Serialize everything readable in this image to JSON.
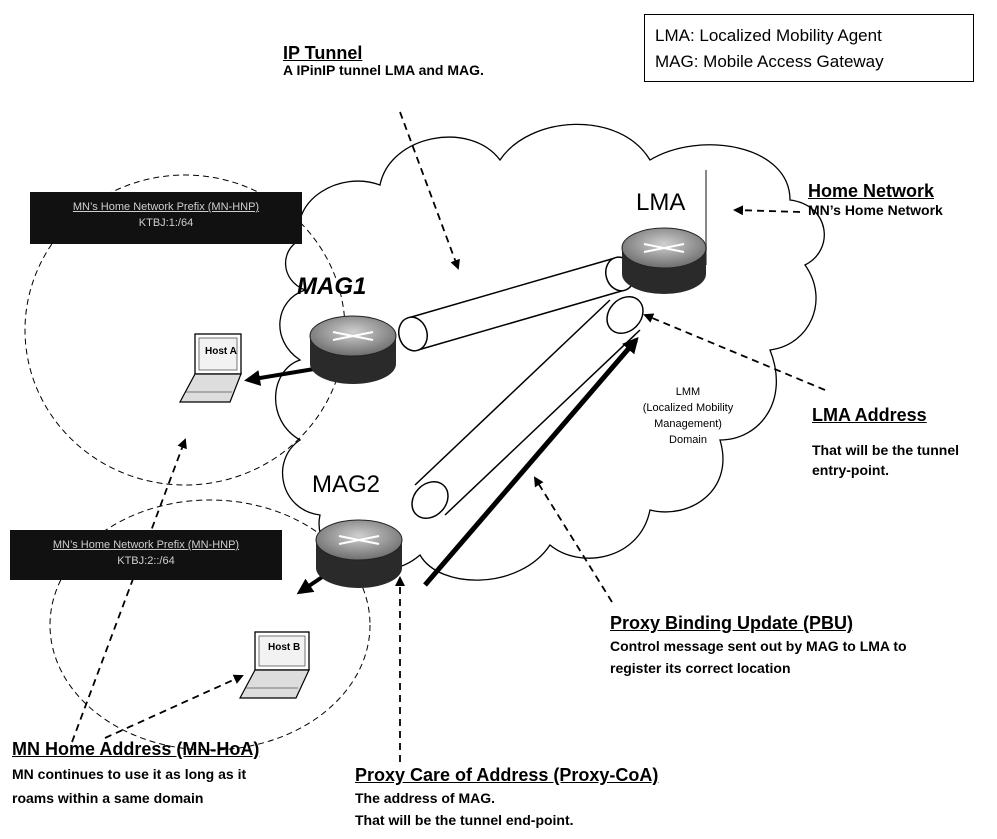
{
  "legend": {
    "line1": "LMA: Localized Mobility Agent",
    "line2": "MAG: Mobile Access Gateway"
  },
  "ip_tunnel": {
    "title": "IP Tunnel",
    "desc": "A IPinIP tunnel LMA and MAG."
  },
  "home_network": {
    "title": "Home Network",
    "desc": "MN’s Home Network"
  },
  "lma_address": {
    "title": "LMA Address",
    "desc_line1": "That will be the tunnel",
    "desc_line2": "entry-point."
  },
  "pbu": {
    "title": "Proxy Binding Update (PBU)",
    "desc_line1": "Control message sent out by MAG to LMA to",
    "desc_line2": "register its correct location"
  },
  "proxy_coa": {
    "title": "Proxy Care of Address (Proxy-CoA)",
    "desc_line1": "The address of MAG.",
    "desc_line2": "That will be the tunnel end-point."
  },
  "mn_hoa": {
    "title": "MN Home Address (MN-HoA)",
    "desc_line1": "MN continues to use it as long as it",
    "desc_line2": "roams within a same domain"
  },
  "prefix1": {
    "line1": "MN’s Home Network Prefix (MN-HNP)",
    "line2": "KTBJ:1:/64"
  },
  "prefix2": {
    "line1": "MN’s Home Network Prefix (MN-HNP)",
    "line2": "KTBJ:2::/64"
  },
  "nodes": {
    "lma": "LMA",
    "mag1": "MAG1",
    "mag2": "MAG2",
    "host_a": "Host A",
    "host_b": "Host B"
  },
  "lmm": {
    "line1": "LMM",
    "line2": "(Localized Mobility",
    "line3": "Management)",
    "line4": "Domain"
  },
  "colors": {
    "ink": "#000000",
    "prefix_bg": "#111111",
    "router_body": "#2a2a2a",
    "router_top": "#9a9a9a"
  }
}
